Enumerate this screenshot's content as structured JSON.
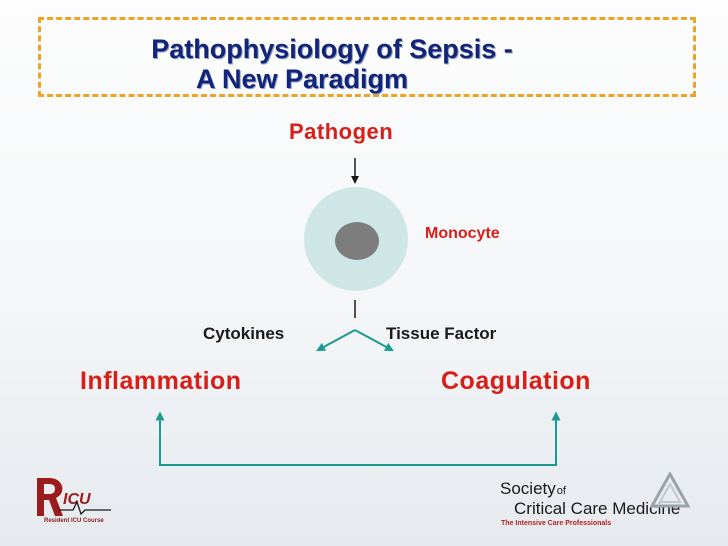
{
  "title": {
    "line1": "Pathophysiology of Sepsis -",
    "line2": "A New Paradigm"
  },
  "nodes": {
    "pathogen": "Pathogen",
    "monocyte": "Monocyte",
    "cytokines": "Cytokines",
    "tissue_factor": "Tissue Factor",
    "inflammation": "Inflammation",
    "coagulation": "Coagulation"
  },
  "logos": {
    "left": {
      "subtitle": "Resident ICU Course"
    },
    "right": {
      "society": "Society",
      "of": "of",
      "name": "Critical Care Medicine",
      "tagline": "The Intensive Care Professionals"
    }
  },
  "colors": {
    "title": "#12247a",
    "title_border": "#f2a223",
    "emphasis_text": "#d91e18",
    "connector": "#1a9b8f",
    "cell_outer": "#cfe6e6",
    "cell_nucleus": "#7d7d7d"
  }
}
